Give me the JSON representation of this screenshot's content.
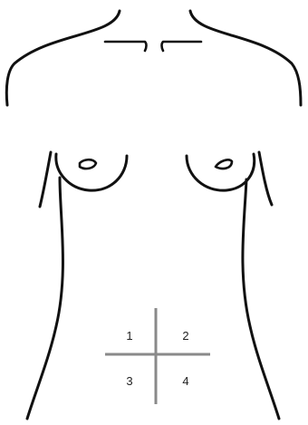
{
  "diagram": {
    "quadrants": [
      {
        "label": "1"
      },
      {
        "label": "2"
      },
      {
        "label": "3"
      },
      {
        "label": "4"
      }
    ],
    "colors": {
      "outline": "#111111",
      "grid": "#8a8a8a",
      "label": "#222222",
      "background": "#ffffff"
    }
  }
}
